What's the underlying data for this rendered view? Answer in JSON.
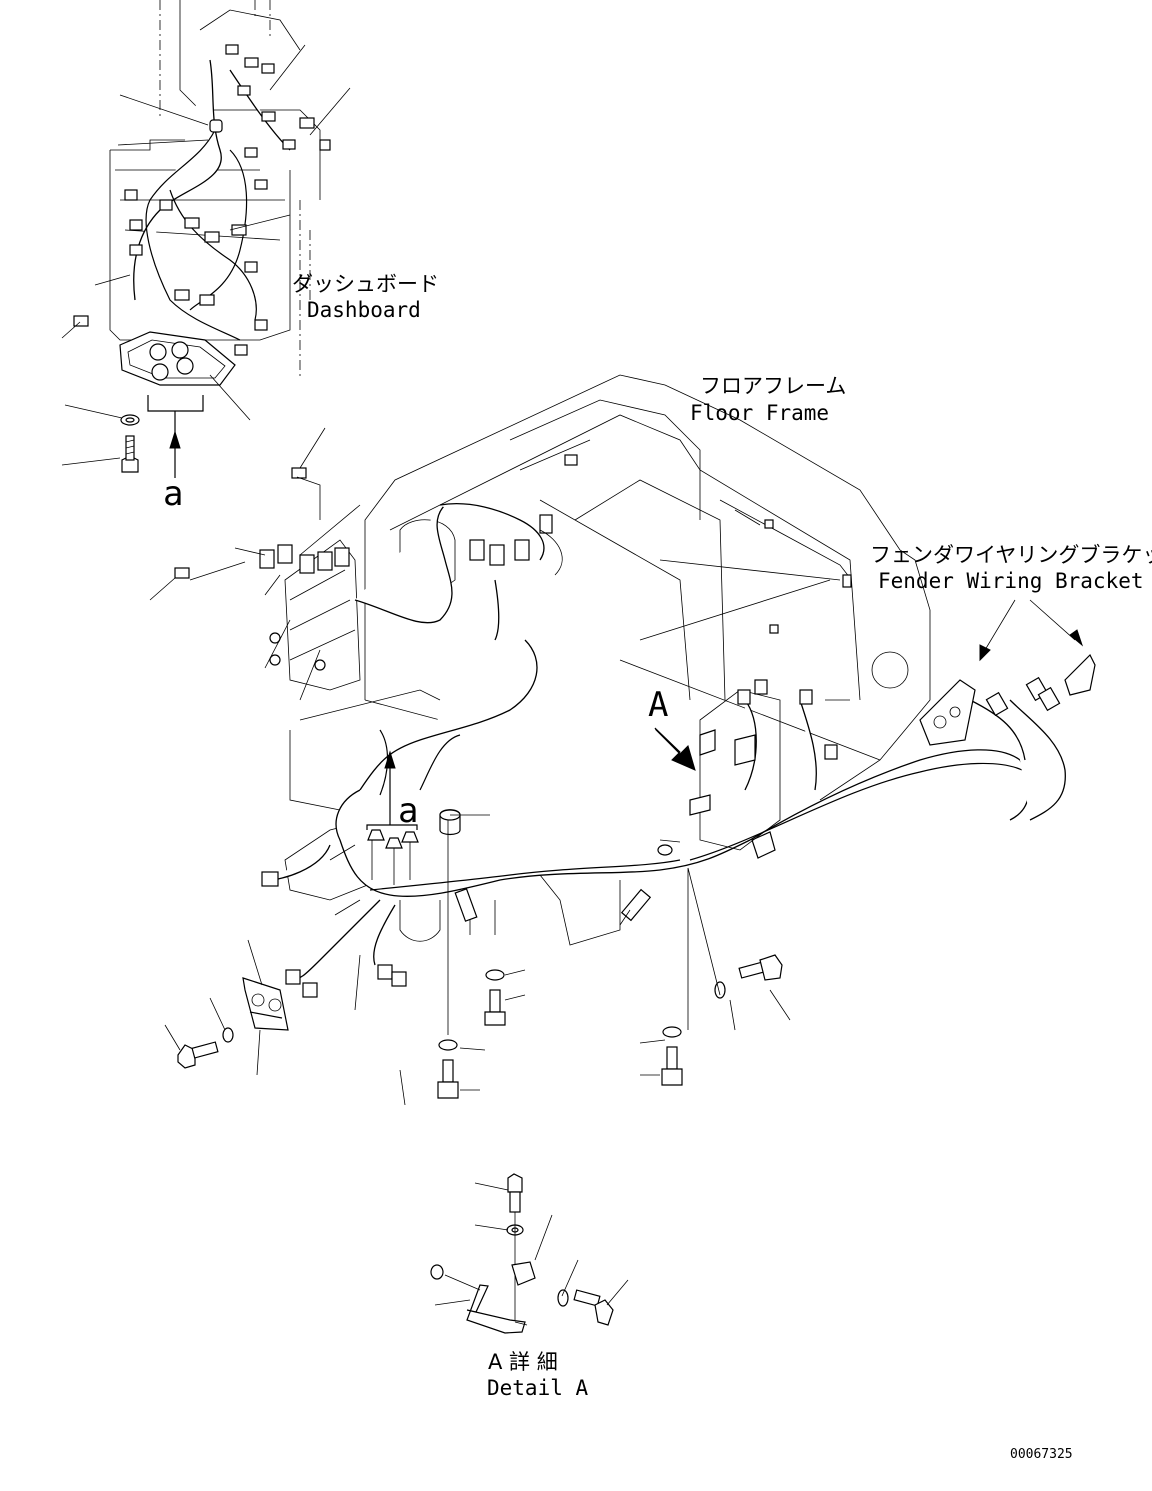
{
  "labels": {
    "dashboard_jp": "ダッシュボード",
    "dashboard_en": "Dashboard",
    "floor_frame_jp": "フロアフレーム",
    "floor_frame_en": "Floor Frame",
    "fender_bracket_jp": "フェンダワイヤリングブラケット",
    "fender_bracket_en": "Fender Wiring Bracket",
    "detail_a_jp": "A 詳 細",
    "detail_a_en": "Detail A",
    "view_marker_a": "A",
    "ref_a_top": "a",
    "ref_a_mid": "a",
    "drawing_number": "00067325"
  }
}
